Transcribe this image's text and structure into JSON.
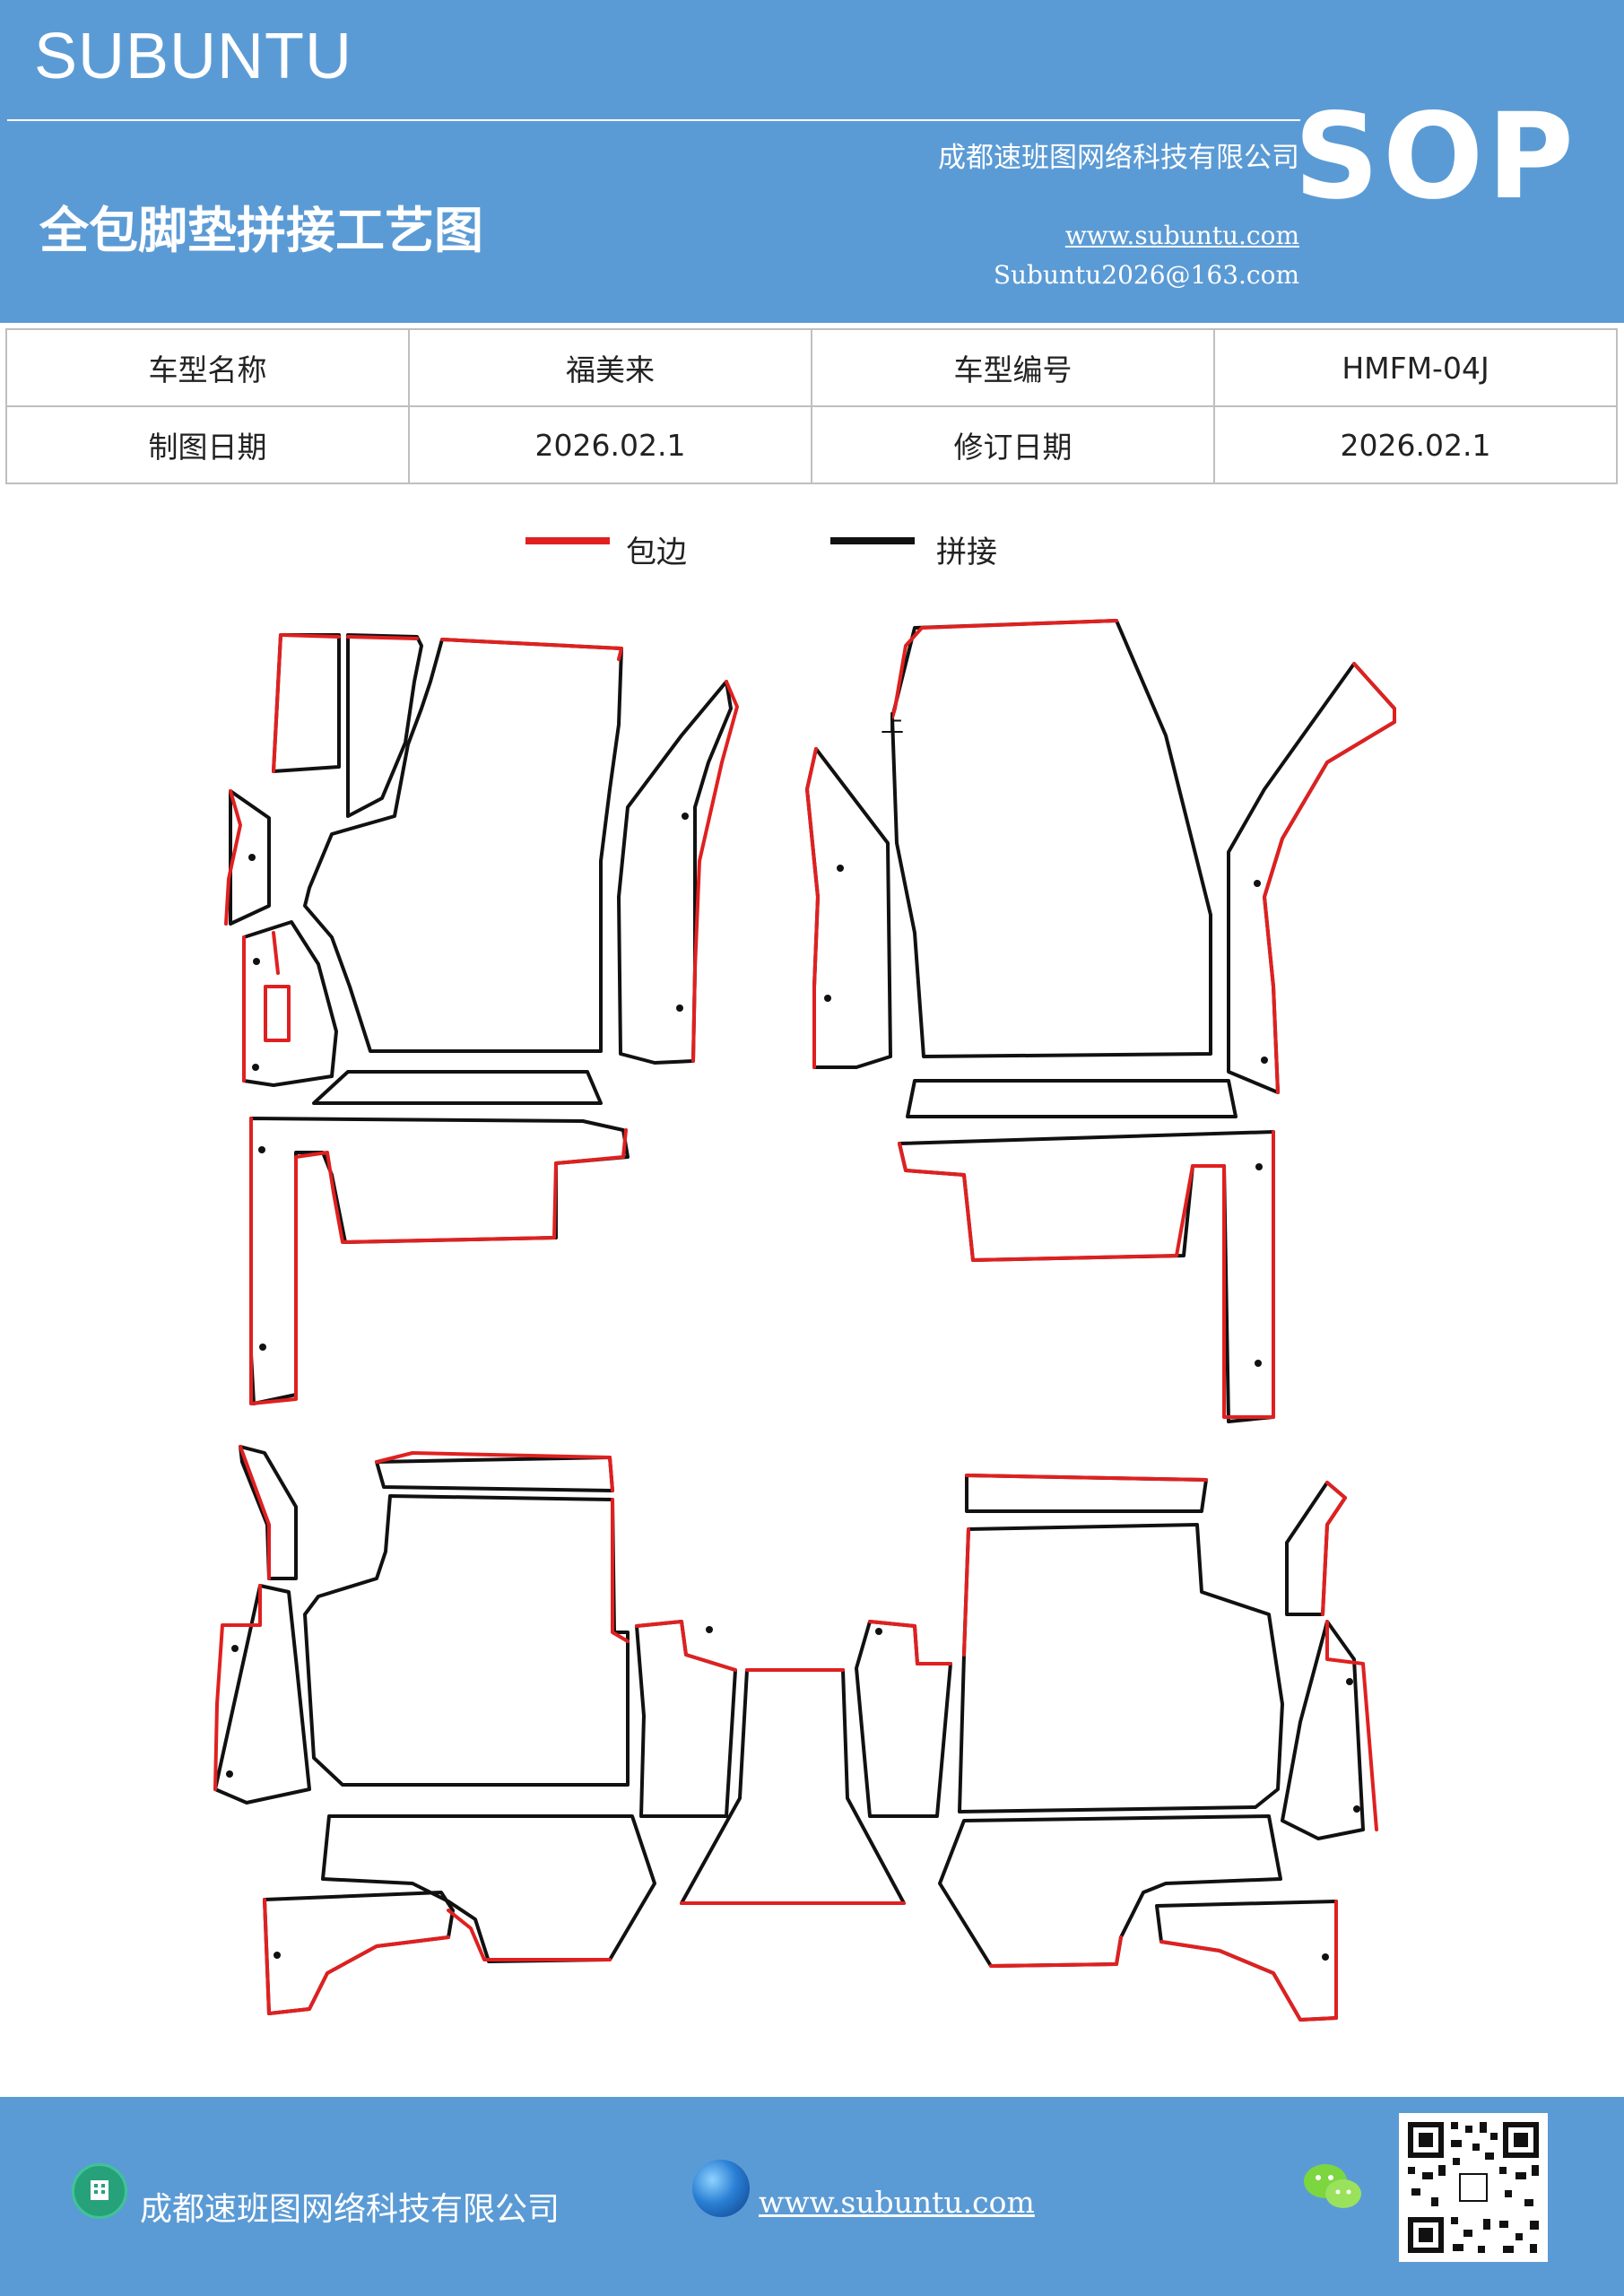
{
  "header": {
    "brand": "SUBUNTU",
    "doc_title": "全包脚垫拼接工艺图",
    "company": "成都速班图网络科技有限公司",
    "website": "www.subuntu.com",
    "email": "Subuntu2026@163.com",
    "badge": "SOP"
  },
  "info": {
    "model_name_label": "车型名称",
    "model_name": "福美来",
    "model_code_label": "车型编号",
    "model_code": "HMFM-04J",
    "draw_date_label": "制图日期",
    "draw_date": "2026.02.1",
    "revise_date_label": "修订日期",
    "revise_date": "2026.02.1"
  },
  "legend": {
    "edge_label": "包边",
    "edge_color": "#e02020",
    "join_label": "拼接",
    "join_color": "#111111"
  },
  "diagram": {
    "marker_text": "上"
  },
  "footer": {
    "company": "成都速班图网络科技有限公司",
    "website": "www.subuntu.com",
    "icons": [
      "building-icon",
      "globe-icon",
      "wechat-icon",
      "qr-code"
    ]
  }
}
